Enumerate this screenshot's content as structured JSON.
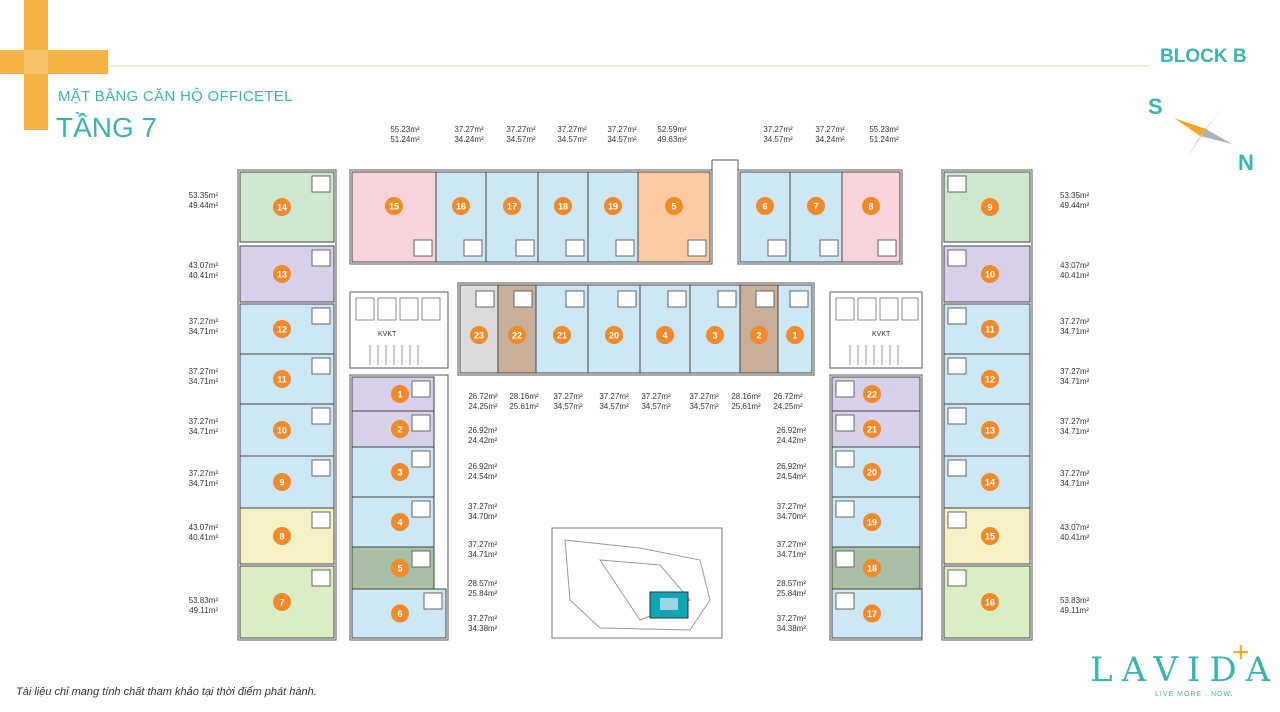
{
  "header": {
    "subtitle": "MẶT BẰNG CĂN HỘ OFFICETEL",
    "title": "TẦNG 7",
    "block": "BLOCK B"
  },
  "compass": {
    "south": "S",
    "north": "N"
  },
  "footer": {
    "disclaimer": "Tài liệu chỉ mang tính chất tham khảo tại thời điểm phát hành.",
    "brand": "LAVIDA",
    "brand_plus": "+",
    "tagline": "LIVE MORE . NOW."
  },
  "stair_label": "KVKT",
  "colors": {
    "blue": "#cde7f4",
    "pink": "#f8d3d9",
    "orange": "#fbcba3",
    "green": "#cfe6cf",
    "lime": "#dbeec3",
    "purple": "#d9d1ea",
    "yellow": "#f5f1c4",
    "olive": "#a9bfa6",
    "brown": "#c9b09a",
    "gray": "#dcdcdc",
    "badge": "#f08a2b"
  },
  "units": [
    {
      "id": "top-15",
      "no": "15",
      "color": "pink",
      "a": "55.23m²",
      "b": "51.24m²"
    },
    {
      "id": "top-16",
      "no": "16",
      "color": "blue",
      "a": "37.27m²",
      "b": "34.24m²"
    },
    {
      "id": "top-17",
      "no": "17",
      "color": "blue",
      "a": "37.27m²",
      "b": "34.57m²"
    },
    {
      "id": "top-18",
      "no": "18",
      "color": "blue",
      "a": "37.27m²",
      "b": "34.57m²"
    },
    {
      "id": "top-19",
      "no": "19",
      "color": "blue",
      "a": "37.27m²",
      "b": "34.57m²"
    },
    {
      "id": "top-5",
      "no": "5",
      "color": "orange",
      "a": "52.59m²",
      "b": "49.63m²"
    },
    {
      "id": "top-6",
      "no": "6",
      "color": "blue",
      "a": "37.27m²",
      "b": "34.57m²"
    },
    {
      "id": "top-7",
      "no": "7",
      "color": "blue",
      "a": "37.27m²",
      "b": "34.24m²"
    },
    {
      "id": "top-8",
      "no": "8",
      "color": "pink",
      "a": "55.23m²",
      "b": "51.24m²"
    },
    {
      "id": "mid-23",
      "no": "23",
      "color": "gray",
      "a": "26.72m²",
      "b": "24.25m²"
    },
    {
      "id": "mid-22",
      "no": "22",
      "color": "brown",
      "a": "28.16m²",
      "b": "25.61m²"
    },
    {
      "id": "mid-21",
      "no": "21",
      "color": "blue",
      "a": "37.27m²",
      "b": "34.57m²"
    },
    {
      "id": "mid-20",
      "no": "20",
      "color": "blue",
      "a": "37.27m²",
      "b": "34.57m²"
    },
    {
      "id": "mid-4",
      "no": "4",
      "color": "blue",
      "a": "37.27m²",
      "b": "34.57m²"
    },
    {
      "id": "mid-3",
      "no": "3",
      "color": "blue",
      "a": "37.27m²",
      "b": "34.57m²"
    },
    {
      "id": "mid-2",
      "no": "2",
      "color": "brown",
      "a": "28.16m²",
      "b": "25.61m²"
    },
    {
      "id": "mid-1",
      "no": "1",
      "color": "blue",
      "a": "26.72m²",
      "b": "24.25m²"
    },
    {
      "id": "lo-14",
      "no": "14",
      "color": "green",
      "a": "53.35m²",
      "b": "49.44m²"
    },
    {
      "id": "lo-13",
      "no": "13",
      "color": "purple",
      "a": "43.07m²",
      "b": "40.41m²"
    },
    {
      "id": "lo-12",
      "no": "12",
      "color": "blue",
      "a": "37.27m²",
      "b": "34.71m²"
    },
    {
      "id": "lo-11",
      "no": "11",
      "color": "blue",
      "a": "37.27m²",
      "b": "34.71m²"
    },
    {
      "id": "lo-10",
      "no": "10",
      "color": "blue",
      "a": "37.27m²",
      "b": "34.71m²"
    },
    {
      "id": "lo-9",
      "no": "9",
      "color": "blue",
      "a": "37.27m²",
      "b": "34.71m²"
    },
    {
      "id": "lo-8",
      "no": "8",
      "color": "yellow",
      "a": "43.07m²",
      "b": "40.41m²"
    },
    {
      "id": "lo-7",
      "no": "7",
      "color": "lime",
      "a": "53.83m²",
      "b": "49.11m²"
    },
    {
      "id": "li-1",
      "no": "1",
      "color": "purple",
      "a": "",
      "b": ""
    },
    {
      "id": "li-2",
      "no": "2",
      "color": "purple",
      "a": "26.92m²",
      "b": "24.42m²"
    },
    {
      "id": "li-3",
      "no": "3",
      "color": "blue",
      "a": "26.92m²",
      "b": "24.54m²"
    },
    {
      "id": "li-4",
      "no": "4",
      "color": "blue",
      "a": "37.27m²",
      "b": "34.70m²"
    },
    {
      "id": "li-5",
      "no": "5",
      "color": "olive",
      "a": "37.27m²",
      "b": "34.71m²"
    },
    {
      "id": "li-6",
      "no": "6",
      "color": "blue",
      "a": "28.57m²",
      "b": "25.84m²"
    },
    {
      "id": "li-extra",
      "no": "",
      "color": "blue",
      "a": "37.27m²",
      "b": "34.38m²"
    },
    {
      "id": "ri-22",
      "no": "22",
      "color": "purple",
      "a": "",
      "b": ""
    },
    {
      "id": "ri-21",
      "no": "21",
      "color": "purple",
      "a": "26.92m²",
      "b": "24.42m²"
    },
    {
      "id": "ri-20",
      "no": "20",
      "color": "blue",
      "a": "26.92m²",
      "b": "24.54m²"
    },
    {
      "id": "ri-19",
      "no": "19",
      "color": "blue",
      "a": "37.27m²",
      "b": "34.70m²"
    },
    {
      "id": "ri-18",
      "no": "18",
      "color": "olive",
      "a": "37.27m²",
      "b": "34.71m²"
    },
    {
      "id": "ri-17",
      "no": "17",
      "color": "blue",
      "a": "28.57m²",
      "b": "25.84m²"
    },
    {
      "id": "ri-extra",
      "no": "",
      "color": "blue",
      "a": "37.27m²",
      "b": "34.38m²"
    },
    {
      "id": "ro-9",
      "no": "9",
      "color": "green",
      "a": "53.35m²",
      "b": "49.44m²"
    },
    {
      "id": "ro-10",
      "no": "10",
      "color": "purple",
      "a": "43.07m²",
      "b": "40.41m²"
    },
    {
      "id": "ro-11",
      "no": "11",
      "color": "blue",
      "a": "37.27m²",
      "b": "34.71m²"
    },
    {
      "id": "ro-12",
      "no": "12",
      "color": "blue",
      "a": "37.27m²",
      "b": "34.71m²"
    },
    {
      "id": "ro-13",
      "no": "13",
      "color": "blue",
      "a": "37.27m²",
      "b": "34.71m²"
    },
    {
      "id": "ro-14",
      "no": "14",
      "color": "blue",
      "a": "37.27m²",
      "b": "34.71m²"
    },
    {
      "id": "ro-15",
      "no": "15",
      "color": "yellow",
      "a": "43.07m²",
      "b": "40.41m²"
    },
    {
      "id": "ro-16",
      "no": "16",
      "color": "lime",
      "a": "53.83m²",
      "b": "49.11m²"
    }
  ]
}
